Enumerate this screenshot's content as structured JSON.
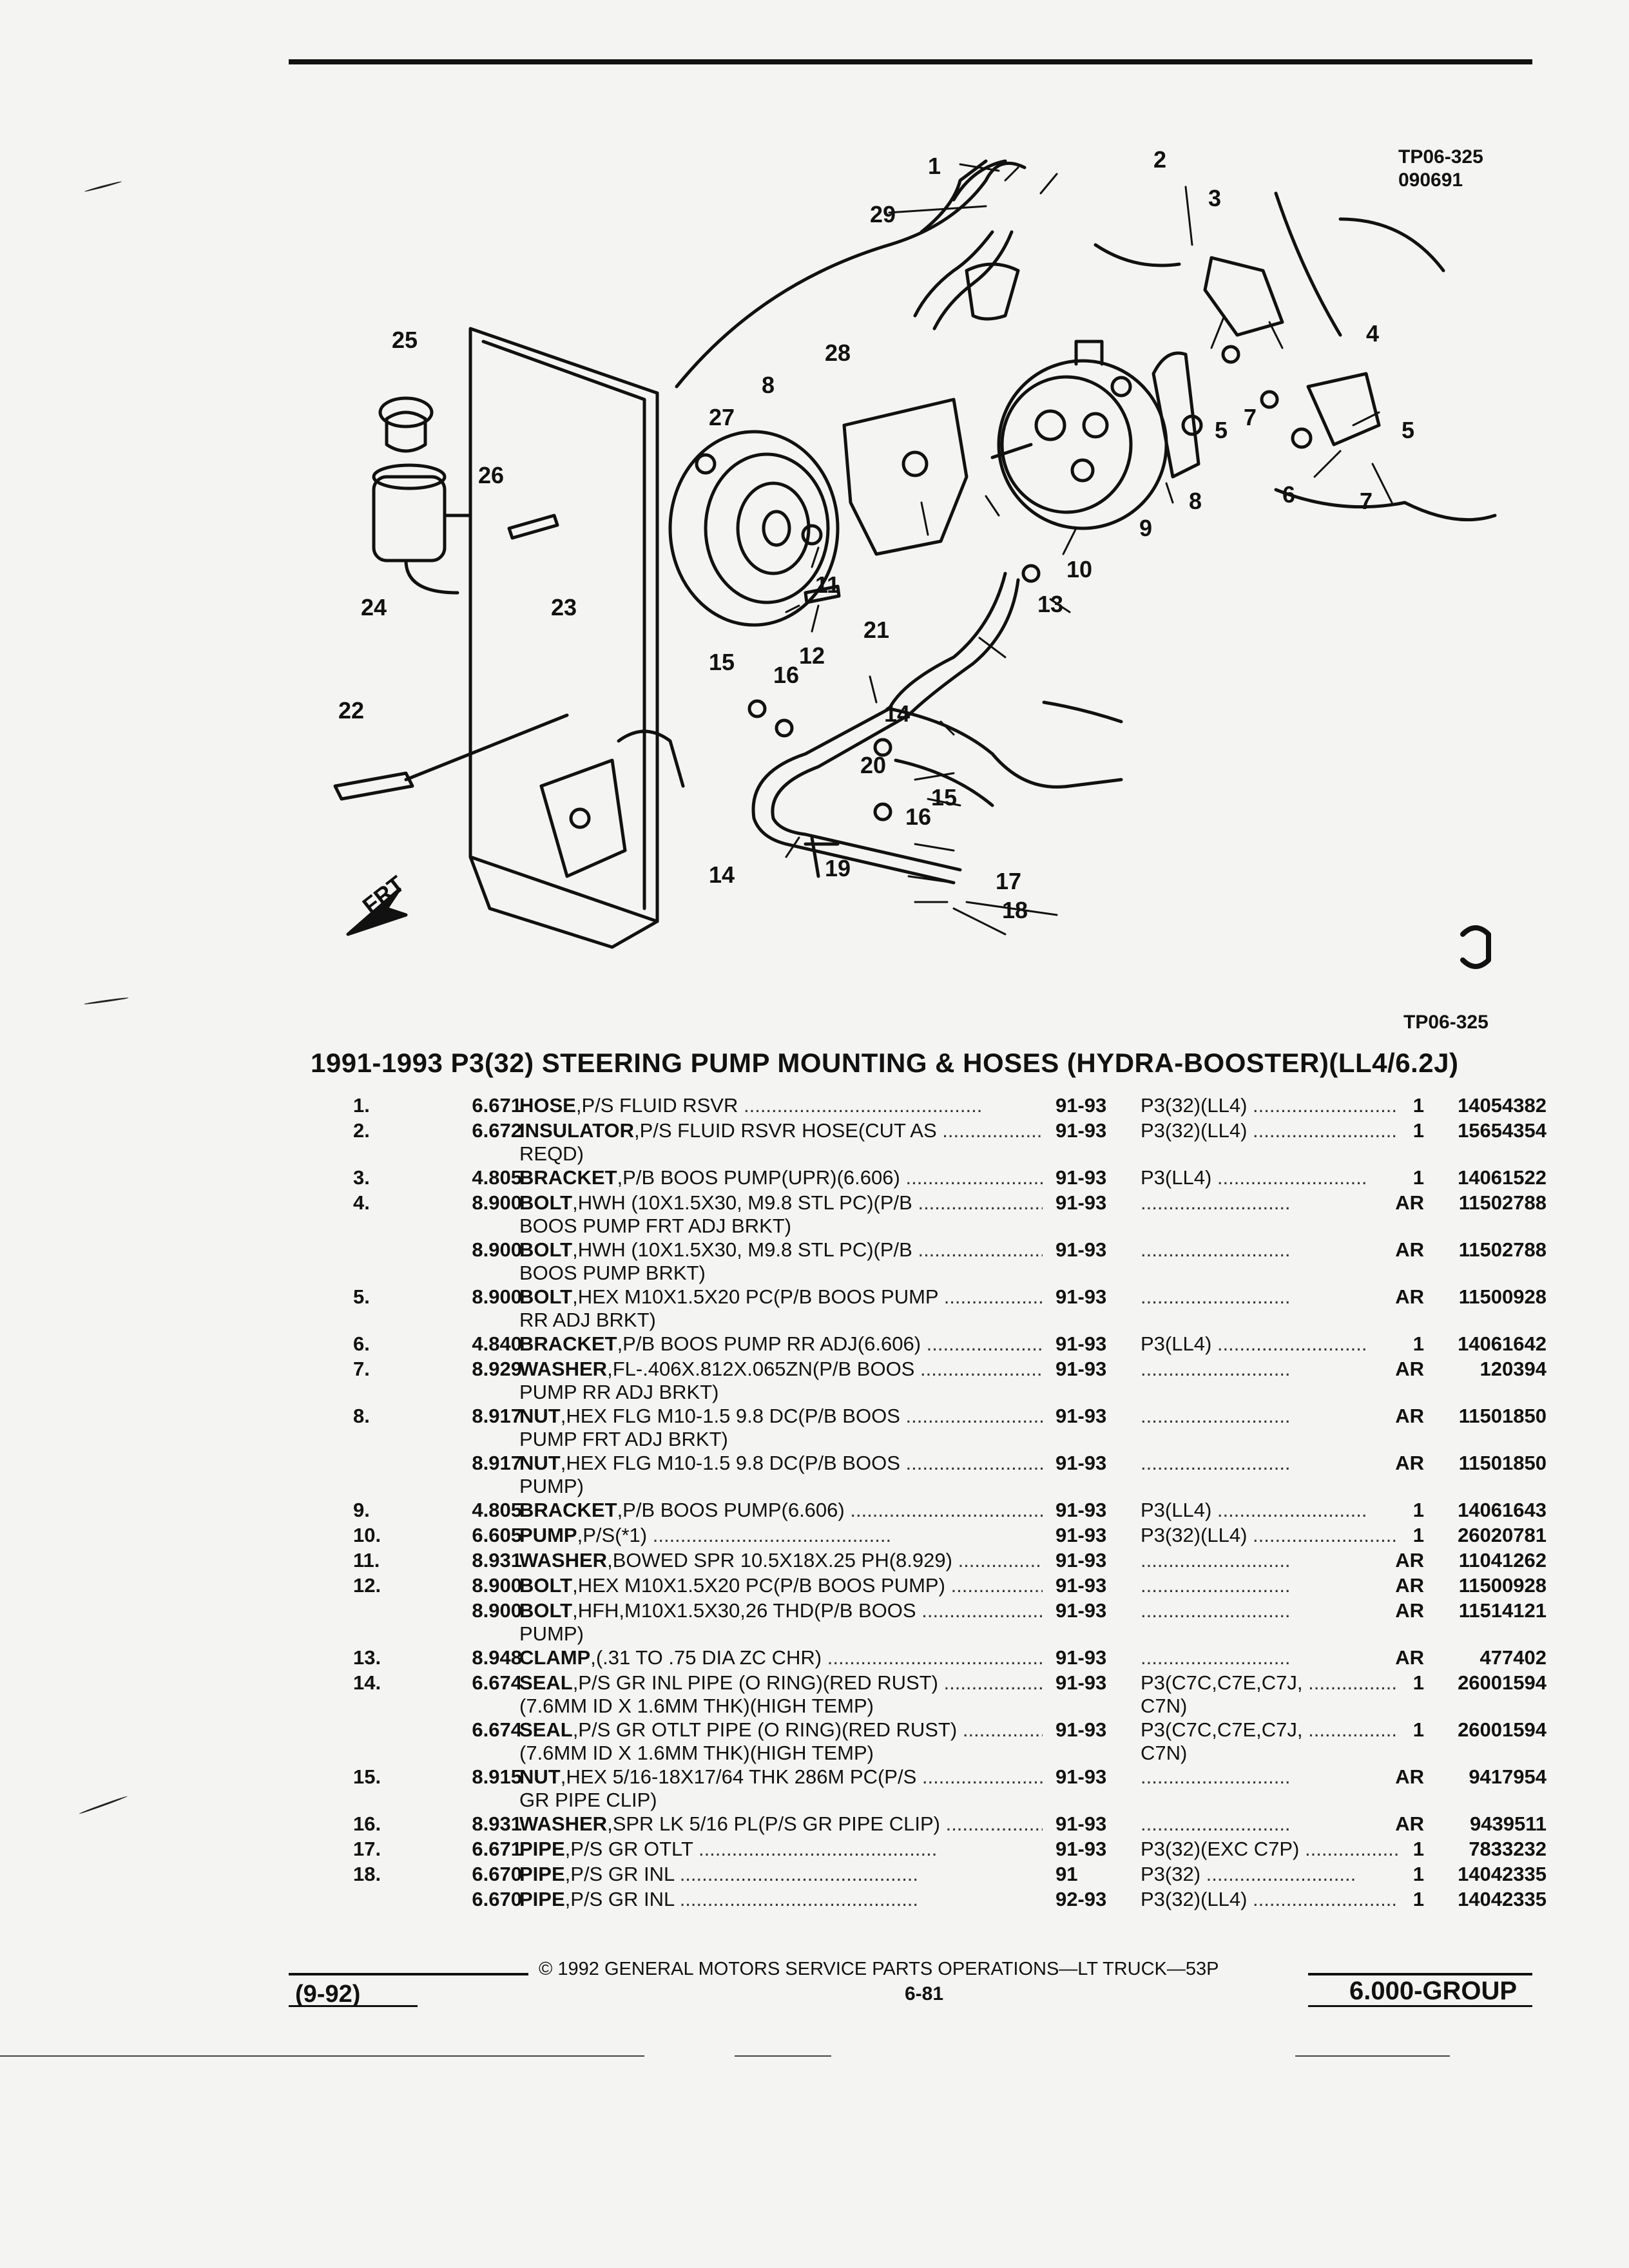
{
  "header": {
    "ref_code": "TP06-325",
    "ref_date": "090691"
  },
  "diagram": {
    "callouts": [
      "1",
      "2",
      "3",
      "4",
      "5",
      "6",
      "7",
      "8",
      "9",
      "10",
      "11",
      "12",
      "13",
      "14",
      "15",
      "16",
      "17",
      "18",
      "19",
      "20",
      "21",
      "22",
      "23",
      "24",
      "25",
      "26",
      "27",
      "28",
      "29"
    ],
    "front_label": "FRT",
    "figure_code": "TP06-325"
  },
  "section_title": "1991-1993 P3(32) STEERING PUMP MOUNTING & HOSES (HYDRA-BOOSTER)(LL4/6.2J)",
  "parts": [
    {
      "num": "1.",
      "grp": "6.671",
      "name": "HOSE",
      "desc": ",P/S FLUID RSVR",
      "cont": "",
      "yrs": "91-93",
      "app": "P3(32)(LL4)",
      "app2": "",
      "qty": "1",
      "pn": "14054382"
    },
    {
      "num": "2.",
      "grp": "6.672",
      "name": "INSULATOR",
      "desc": ",P/S FLUID RSVR HOSE(CUT AS",
      "cont": "REQD)",
      "yrs": "91-93",
      "app": "P3(32)(LL4)",
      "app2": "",
      "qty": "1",
      "pn": "15654354"
    },
    {
      "num": "3.",
      "grp": "4.805",
      "name": "BRACKET",
      "desc": ",P/B BOOS PUMP(UPR)(6.606)",
      "cont": "",
      "yrs": "91-93",
      "app": "P3(LL4)",
      "app2": "",
      "qty": "1",
      "pn": "14061522"
    },
    {
      "num": "4.",
      "grp": "8.900",
      "name": "BOLT",
      "desc": ",HWH (10X1.5X30, M9.8 STL PC)(P/B",
      "cont": "BOOS PUMP FRT ADJ BRKT)",
      "yrs": "91-93",
      "app": "",
      "app2": "",
      "qty": "AR",
      "pn": "11502788"
    },
    {
      "num": "",
      "grp": "8.900",
      "name": "BOLT",
      "desc": ",HWH (10X1.5X30, M9.8 STL PC)(P/B",
      "cont": "BOOS PUMP BRKT)",
      "yrs": "91-93",
      "app": "",
      "app2": "",
      "qty": "AR",
      "pn": "11502788"
    },
    {
      "num": "5.",
      "grp": "8.900",
      "name": "BOLT",
      "desc": ",HEX M10X1.5X20 PC(P/B BOOS PUMP",
      "cont": "RR ADJ BRKT)",
      "yrs": "91-93",
      "app": "",
      "app2": "",
      "qty": "AR",
      "pn": "11500928"
    },
    {
      "num": "6.",
      "grp": "4.840",
      "name": "BRACKET",
      "desc": ",P/B BOOS PUMP RR ADJ(6.606)",
      "cont": "",
      "yrs": "91-93",
      "app": "P3(LL4)",
      "app2": "",
      "qty": "1",
      "pn": "14061642"
    },
    {
      "num": "7.",
      "grp": "8.929",
      "name": "WASHER",
      "desc": ",FL-.406X.812X.065ZN(P/B BOOS",
      "cont": "PUMP RR ADJ BRKT)",
      "yrs": "91-93",
      "app": "",
      "app2": "",
      "qty": "AR",
      "pn": "120394"
    },
    {
      "num": "8.",
      "grp": "8.917",
      "name": "NUT",
      "desc": ",HEX FLG M10-1.5 9.8 DC(P/B BOOS",
      "cont": "PUMP FRT ADJ BRKT)",
      "yrs": "91-93",
      "app": "",
      "app2": "",
      "qty": "AR",
      "pn": "11501850"
    },
    {
      "num": "",
      "grp": "8.917",
      "name": "NUT",
      "desc": ",HEX FLG M10-1.5 9.8 DC(P/B BOOS",
      "cont": "PUMP)",
      "yrs": "91-93",
      "app": "",
      "app2": "",
      "qty": "AR",
      "pn": "11501850"
    },
    {
      "num": "9.",
      "grp": "4.805",
      "name": "BRACKET",
      "desc": ",P/B BOOS PUMP(6.606)",
      "cont": "",
      "yrs": "91-93",
      "app": "P3(LL4)",
      "app2": "",
      "qty": "1",
      "pn": "14061643"
    },
    {
      "num": "10.",
      "grp": "6.605",
      "name": "PUMP",
      "desc": ",P/S(*1)",
      "cont": "",
      "yrs": "91-93",
      "app": "P3(32)(LL4)",
      "app2": "",
      "qty": "1",
      "pn": "26020781"
    },
    {
      "num": "11.",
      "grp": "8.931",
      "name": "WASHER",
      "desc": ",BOWED SPR 10.5X18X.25 PH(8.929)",
      "cont": "",
      "yrs": "91-93",
      "app": "",
      "app2": "",
      "qty": "AR",
      "pn": "11041262"
    },
    {
      "num": "12.",
      "grp": "8.900",
      "name": "BOLT",
      "desc": ",HEX M10X1.5X20 PC(P/B BOOS PUMP)",
      "cont": "",
      "yrs": "91-93",
      "app": "",
      "app2": "",
      "qty": "AR",
      "pn": "11500928"
    },
    {
      "num": "",
      "grp": "8.900",
      "name": "BOLT",
      "desc": ",HFH,M10X1.5X30,26 THD(P/B BOOS",
      "cont": "PUMP)",
      "yrs": "91-93",
      "app": "",
      "app2": "",
      "qty": "AR",
      "pn": "11514121"
    },
    {
      "num": "13.",
      "grp": "8.948",
      "name": "CLAMP",
      "desc": ",(.31 TO .75 DIA ZC CHR)",
      "cont": "",
      "yrs": "91-93",
      "app": "",
      "app2": "",
      "qty": "AR",
      "pn": "477402"
    },
    {
      "num": "14.",
      "grp": "6.674",
      "name": "SEAL",
      "desc": ",P/S GR INL PIPE (O RING)(RED RUST)",
      "cont": "(7.6MM ID X 1.6MM THK)(HIGH TEMP)",
      "yrs": "91-93",
      "app": "P3(C7C,C7E,C7J,",
      "app2": "C7N)",
      "qty": "1",
      "pn": "26001594"
    },
    {
      "num": "",
      "grp": "6.674",
      "name": "SEAL",
      "desc": ",P/S GR OTLT PIPE (O RING)(RED RUST)",
      "cont": "(7.6MM ID X 1.6MM THK)(HIGH TEMP)",
      "yrs": "91-93",
      "app": "P3(C7C,C7E,C7J,",
      "app2": "C7N)",
      "qty": "1",
      "pn": "26001594"
    },
    {
      "num": "15.",
      "grp": "8.915",
      "name": "NUT",
      "desc": ",HEX 5/16-18X17/64 THK 286M PC(P/S",
      "cont": "GR PIPE CLIP)",
      "yrs": "91-93",
      "app": "",
      "app2": "",
      "qty": "AR",
      "pn": "9417954"
    },
    {
      "num": "16.",
      "grp": "8.931",
      "name": "WASHER",
      "desc": ",SPR LK 5/16 PL(P/S GR PIPE CLIP)",
      "cont": "",
      "yrs": "91-93",
      "app": "",
      "app2": "",
      "qty": "AR",
      "pn": "9439511"
    },
    {
      "num": "17.",
      "grp": "6.671",
      "name": "PIPE",
      "desc": ",P/S GR OTLT",
      "cont": "",
      "yrs": "91-93",
      "app": "P3(32)(EXC C7P)",
      "app2": "",
      "qty": "1",
      "pn": "7833232"
    },
    {
      "num": "18.",
      "grp": "6.670",
      "name": "PIPE",
      "desc": ",P/S GR INL",
      "cont": "",
      "yrs": "91",
      "app": "P3(32)",
      "app2": "",
      "qty": "1",
      "pn": "14042335"
    },
    {
      "num": "",
      "grp": "6.670",
      "name": "PIPE",
      "desc": ",P/S GR INL",
      "cont": "",
      "yrs": "92-93",
      "app": "P3(32)(LL4)",
      "app2": "",
      "qty": "1",
      "pn": "14042335"
    }
  ],
  "footer": {
    "copyright": "© 1992 GENERAL MOTORS SERVICE PARTS OPERATIONS—LT TRUCK—53P",
    "date": "(9-92)",
    "page": "6-81",
    "group": "6.000-GROUP"
  }
}
